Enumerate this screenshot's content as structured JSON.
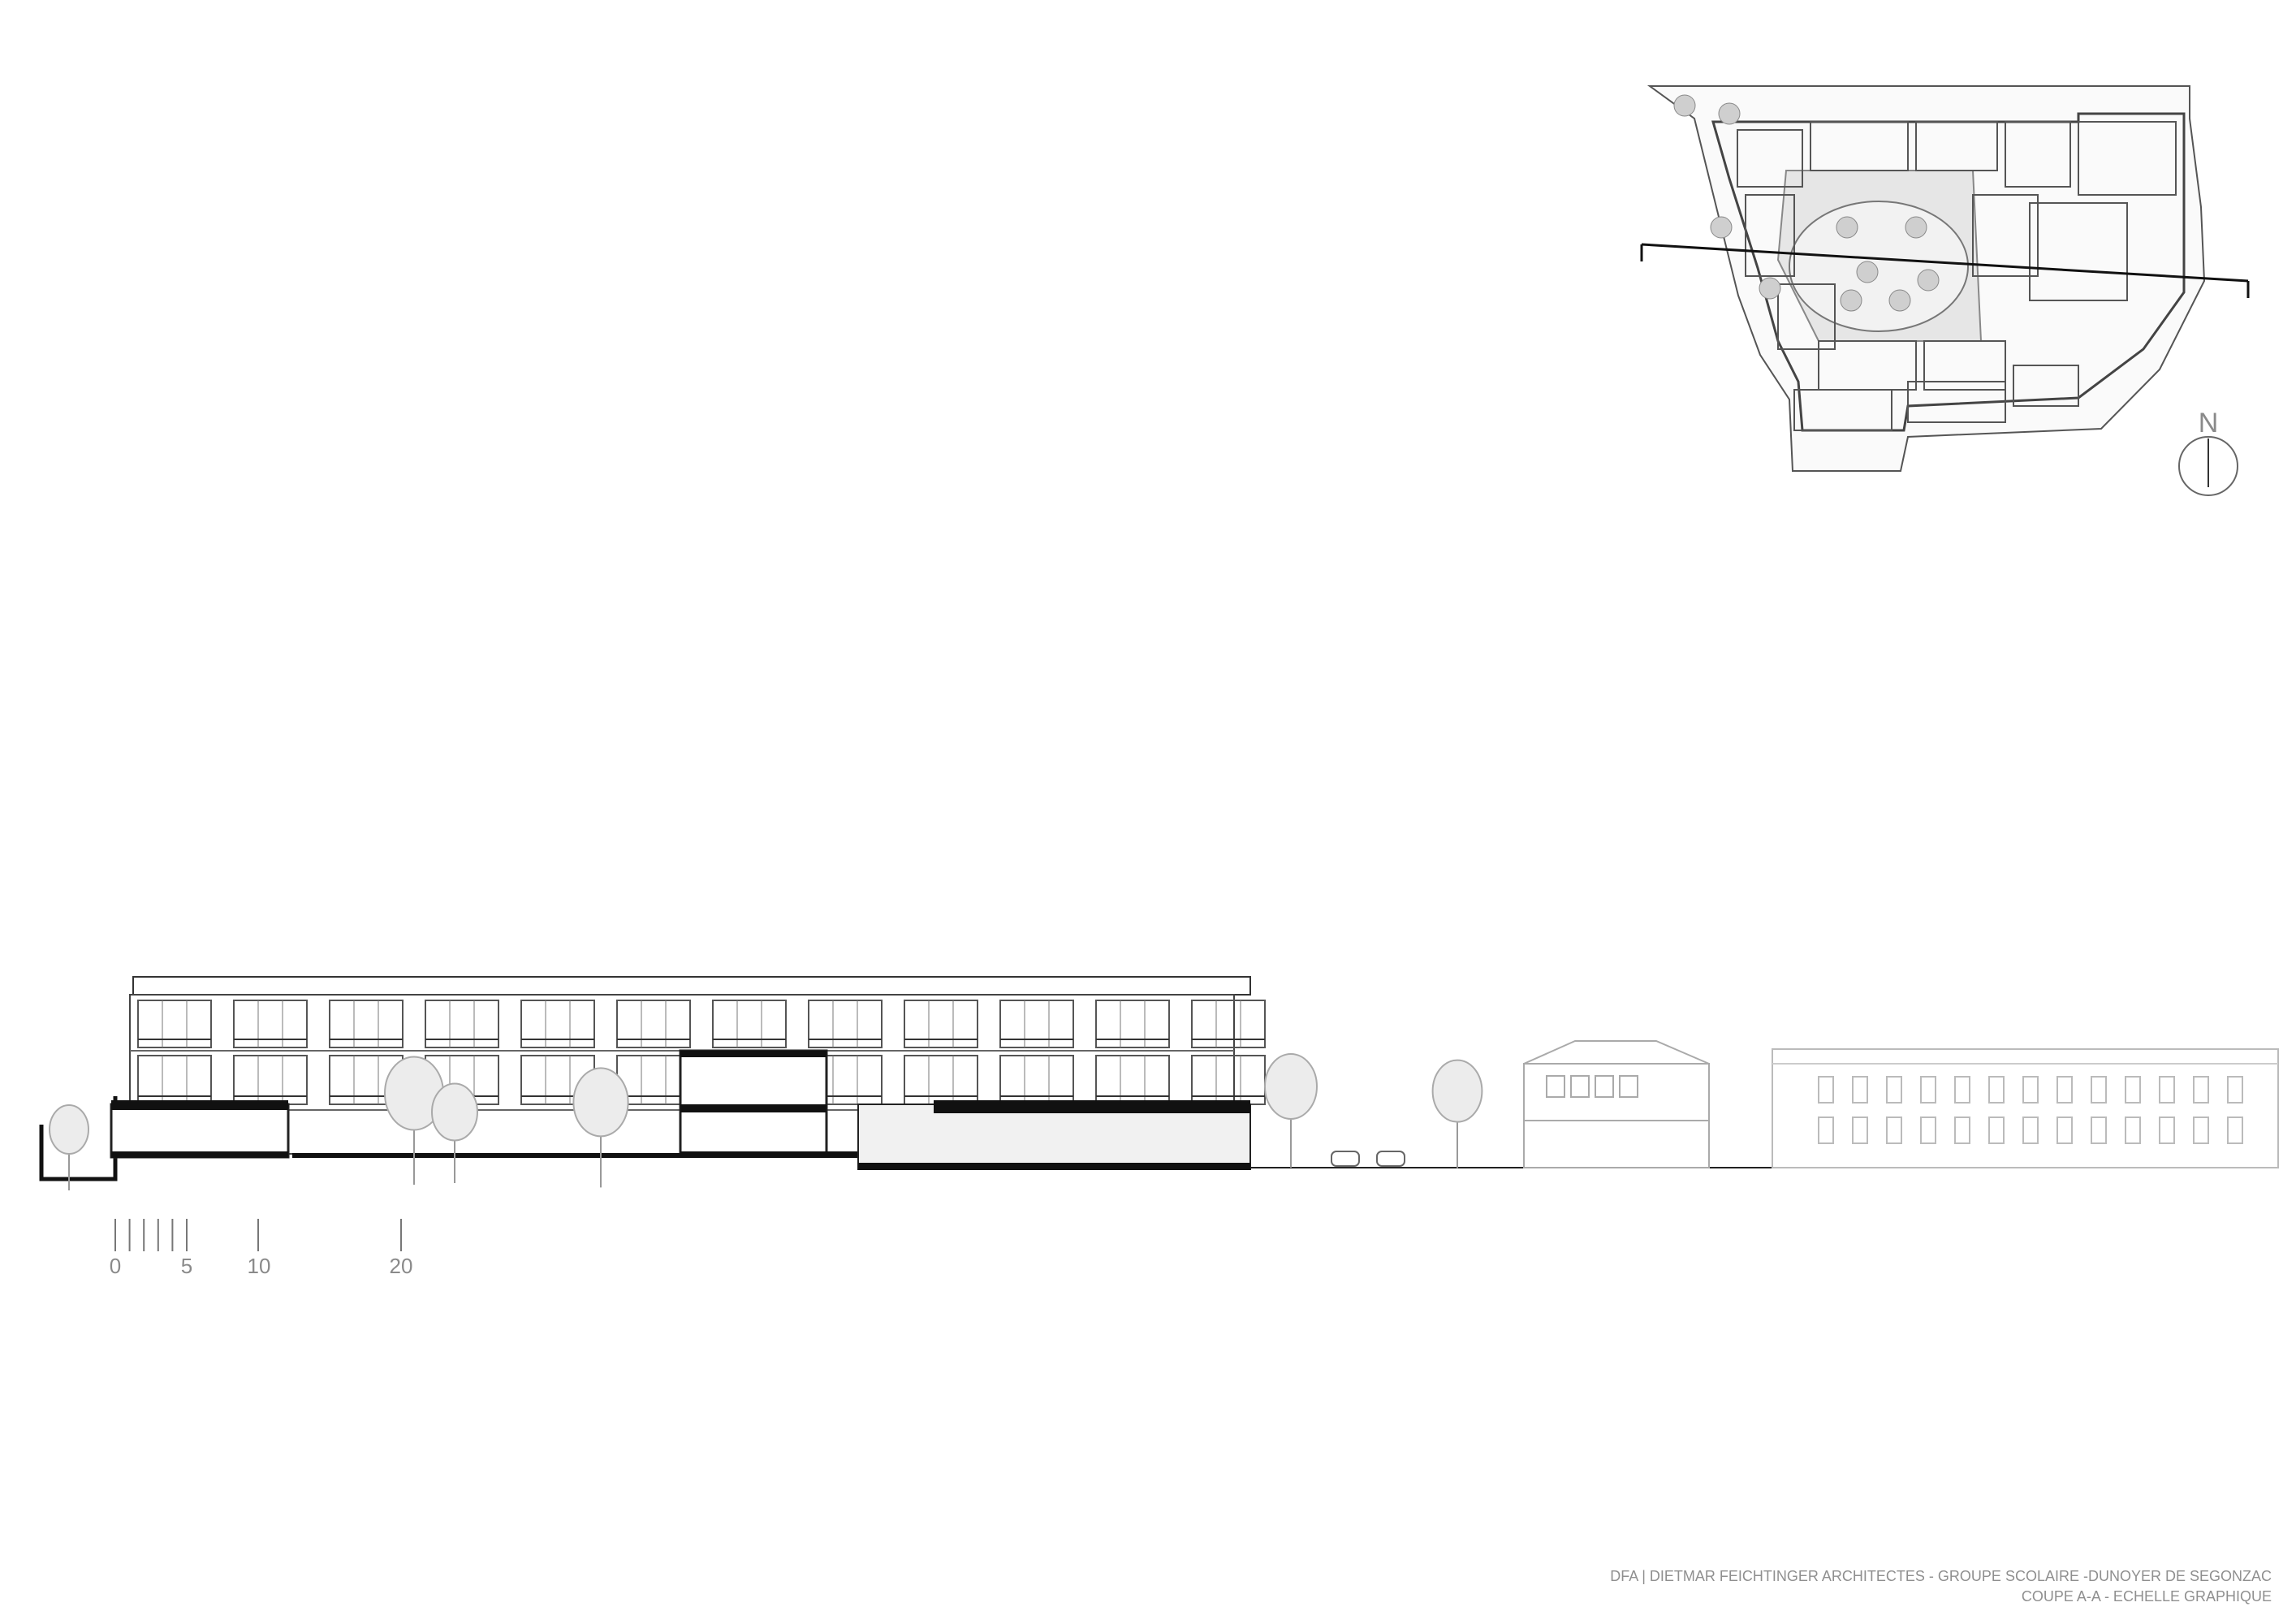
{
  "title_block": {
    "line1": "DFA  |   DIETMAR FEICHTINGER ARCHITECTES - GROUPE SCOLAIRE -DUNOYER DE SEGONZAC",
    "line2": "COUPE A-A - ECHELLE GRAPHIQUE"
  },
  "scale_bar": {
    "labels": [
      "0",
      "5",
      "10",
      "20"
    ],
    "unit_ticks": [
      0,
      1,
      2,
      3,
      4,
      5,
      10,
      20
    ]
  },
  "north_arrow": {
    "label": "N"
  },
  "colors": {
    "line": "#222222",
    "light_line": "#bdbdbd",
    "text": "#8f8f8f",
    "courtyard": "#e6e6e6"
  }
}
